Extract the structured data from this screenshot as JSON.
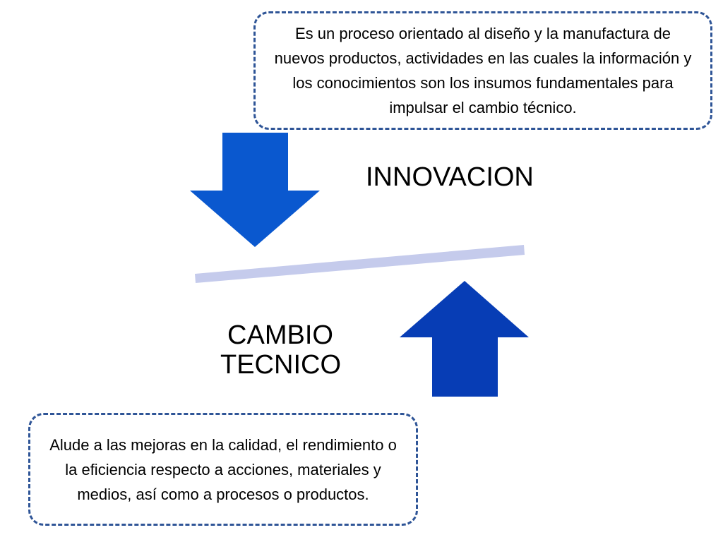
{
  "top_text": "Es un proceso orientado al diseño  y la manufactura de nuevos productos, actividades en las cuales la información y los conocimientos son los insumos fundamentales para impulsar el cambio técnico.",
  "innovacion_label": "INNOVACION",
  "cambio_label": {
    "line1": "CAMBIO",
    "line2": "TECNICO"
  },
  "bottom_text": "Alude a las mejoras en la calidad, el rendimiento o la eficiencia  respecto a acciones, materiales y medios, así como a procesos o productos.",
  "colors": {
    "down_arrow": "#0a58cf",
    "up_arrow": "#073db5",
    "balance_bar": "#c5cbec",
    "callout_border": "#2f5597"
  },
  "icons": {
    "down_arrow": "arrow-down-icon",
    "up_arrow": "arrow-up-icon"
  }
}
